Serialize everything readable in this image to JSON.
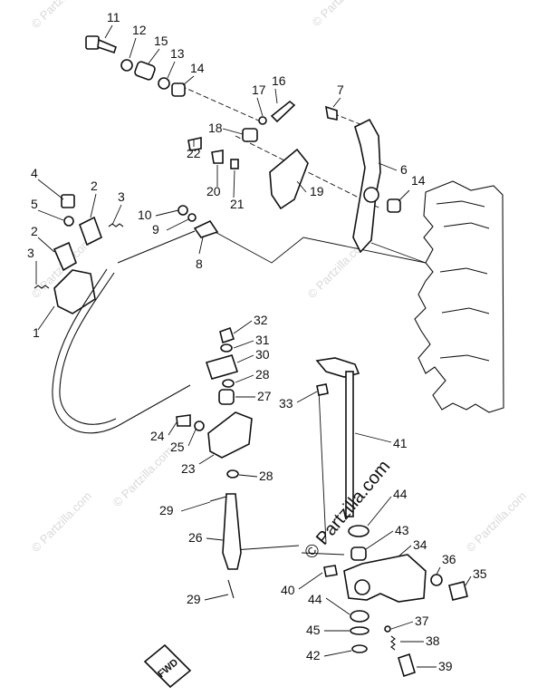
{
  "watermarks": [
    "© Partzilla.com",
    "© Partzilla.com",
    "© Partzilla.com",
    "© Partzilla.com",
    "© Partzilla.com",
    "© Partzilla.com",
    "© Partzilla.com"
  ],
  "main_watermark": "© Partzilla.com",
  "fwd_label": "FWD",
  "callouts": [
    "11",
    "12",
    "15",
    "13",
    "14",
    "7",
    "17",
    "16",
    "18",
    "22",
    "20",
    "21",
    "19",
    "6",
    "14",
    "4",
    "2",
    "3",
    "5",
    "10",
    "9",
    "2",
    "3",
    "8",
    "1",
    "32",
    "31",
    "30",
    "28",
    "27",
    "33",
    "24",
    "25",
    "23",
    "28",
    "41",
    "29",
    "26",
    "44",
    "43",
    "34",
    "36",
    "35",
    "29",
    "40",
    "44",
    "37",
    "45",
    "38",
    "42",
    "39"
  ]
}
